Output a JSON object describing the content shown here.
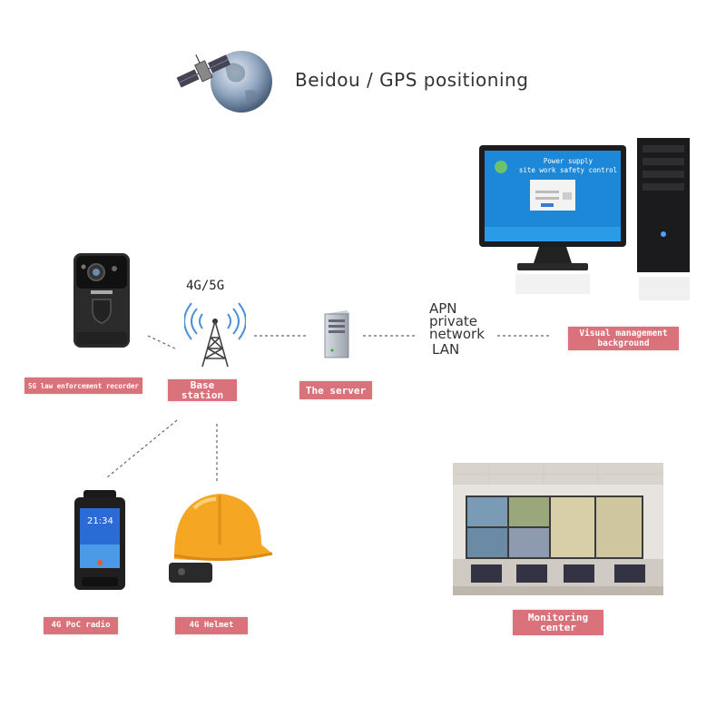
{
  "header": {
    "title": "Beidou / GPS positioning"
  },
  "nodes": {
    "recorder": {
      "label": "5G law enforcement recorder"
    },
    "base_station": {
      "label_line1": "Base",
      "label_line2": "station",
      "network": "4G/5G"
    },
    "server": {
      "label": "The server"
    },
    "network": {
      "line1": "APN",
      "line2": "private",
      "line3": "network",
      "line4": "LAN"
    },
    "management": {
      "label_line1": "Visual management",
      "label_line2": "background",
      "screen_line1": "Power supply",
      "screen_line2": "site work safety control"
    },
    "poc_radio": {
      "label": "4G PoC radio",
      "clock": "21:34"
    },
    "helmet": {
      "label": "4G Helmet"
    },
    "monitoring": {
      "label_line1": "Monitoring",
      "label_line2": "center"
    }
  },
  "colors": {
    "tag": "#d9727a",
    "screen": "#1e88d8",
    "helmet": "#f5a623"
  }
}
